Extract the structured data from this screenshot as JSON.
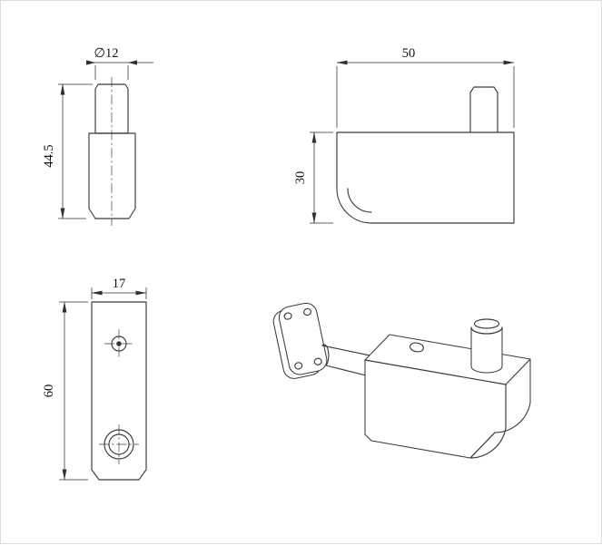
{
  "colors": {
    "line": "#3b3b3b",
    "dimension": "#2f2f2f",
    "background": "#ffffff"
  },
  "views": {
    "front": {
      "dims": {
        "diameter": "∅12",
        "height": "44.5"
      }
    },
    "side": {
      "dims": {
        "width": "50",
        "height": "30"
      }
    },
    "plate": {
      "dims": {
        "width": "17",
        "height": "60"
      }
    }
  }
}
